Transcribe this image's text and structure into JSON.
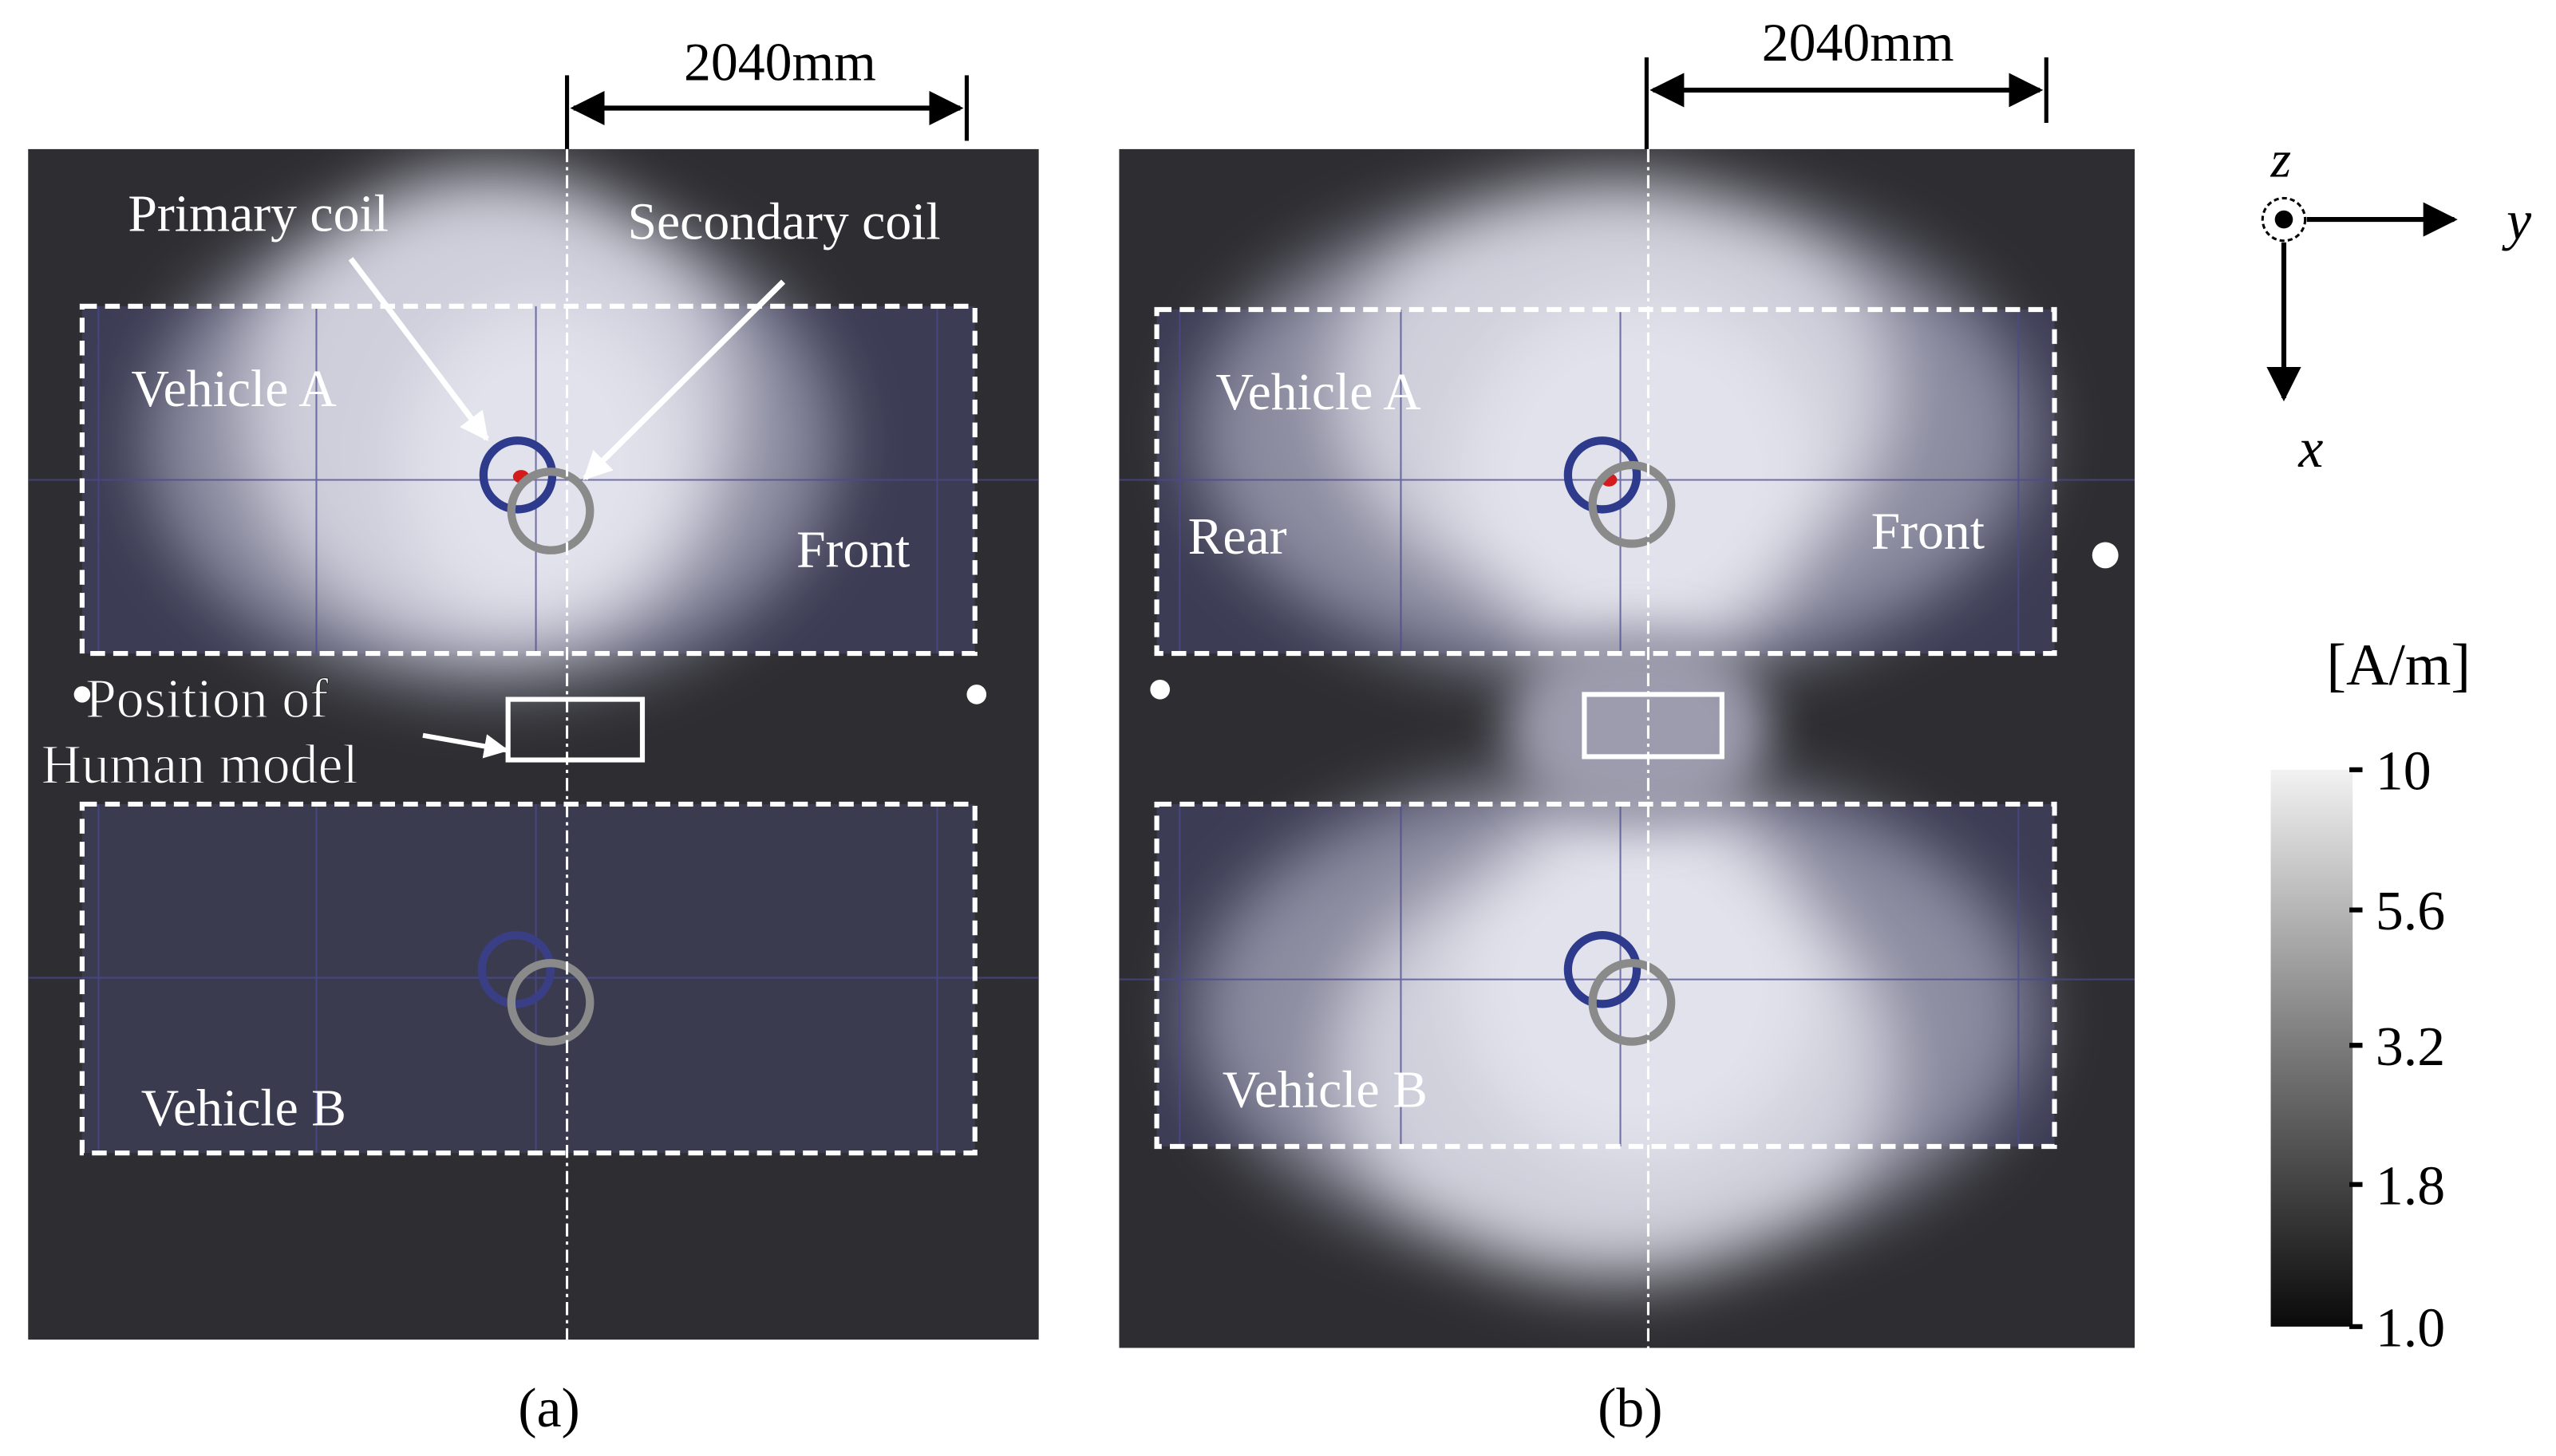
{
  "colors": {
    "background": "#2e2e32",
    "vehicle_fill": "#3c3c54",
    "field_high": "#d8d8e4",
    "primary_coil": "#2e3a8c",
    "secondary_coil": "#8a8a8a",
    "coil_center_mark": "#d41c1c",
    "annotation": "#ffffff",
    "dimension_line": "#000000"
  },
  "panels": [
    {
      "id": "a",
      "caption": "(a)",
      "dimension_label": "2040mm",
      "labels": {
        "primary_coil": "Primary coil",
        "secondary_coil": "Secondary coil",
        "vehicle_a": "Vehicle A",
        "vehicle_b": "Vehicle B",
        "front": "Front",
        "human_position_line1": "Position of",
        "human_position_line2": "Human model"
      }
    },
    {
      "id": "b",
      "caption": "(b)",
      "dimension_label": "2040mm",
      "labels": {
        "vehicle_a": "Vehicle A",
        "vehicle_b": "Vehicle B",
        "rear": "Rear",
        "front": "Front"
      }
    }
  ],
  "axes": {
    "z_label": "z",
    "y_label": "y",
    "x_label": "x"
  },
  "colorbar": {
    "unit": "[A/m]",
    "tick_labels": [
      "10",
      "5.6",
      "3.2",
      "1.8",
      "1.0"
    ],
    "ticks": [
      10,
      5.6,
      3.2,
      1.8,
      1.0
    ],
    "scale": "log",
    "range": [
      1.0,
      10
    ]
  }
}
